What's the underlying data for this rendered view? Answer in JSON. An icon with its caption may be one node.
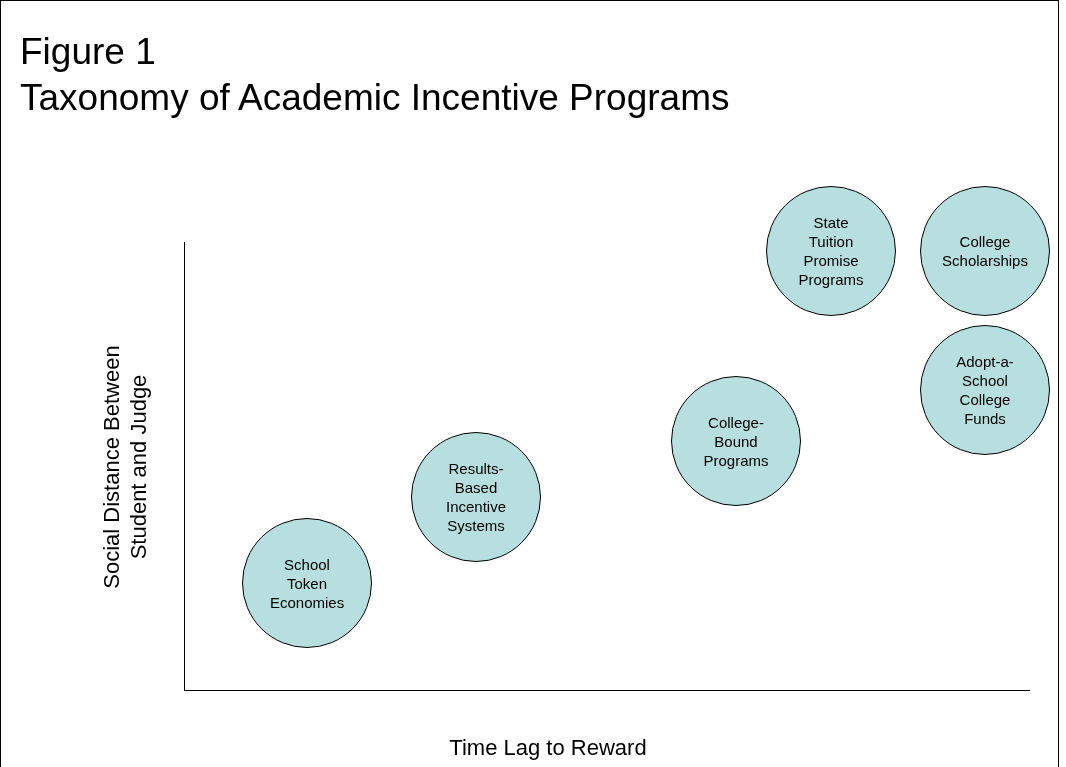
{
  "diagram": {
    "title": "Taxonomy of Academic Incentive Programs",
    "nodes": [
      {
        "text": [
          "School Token Economies"
        ]
      },
      {
        "text": [
          "Results-Based Incentive Systems"
        ]
      },
      {
        "text": [
          "College-Bound Programs"
        ]
      },
      {
        "text": [
          "State Tuition Promise Programs"
        ]
      },
      {
        "text": [
          "College Scholarships"
        ]
      },
      {
        "text": [
          "Adopt-a-School College Funds"
        ]
      }
    ],
    "edges": [],
    "labels": [
      "Figure 1",
      "Social Distance Between Student and Judge",
      "Time Lag to Reward"
    ]
  }
}
